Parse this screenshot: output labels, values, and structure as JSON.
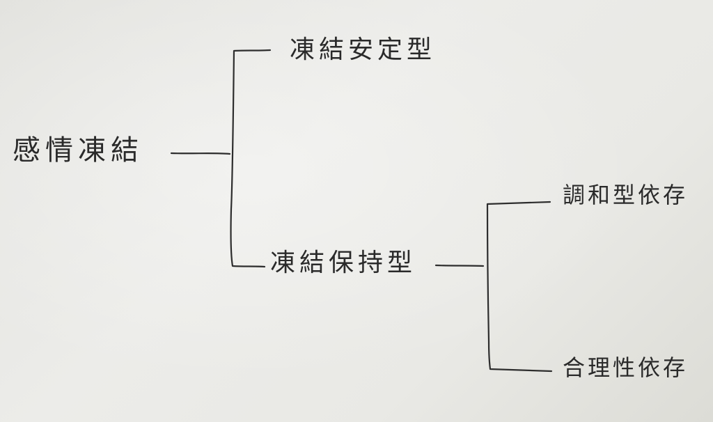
{
  "root": {
    "label": "感情凍結"
  },
  "branches": [
    {
      "label": "凍結安定型"
    },
    {
      "label": "凍結保持型",
      "children": [
        {
          "label": "調和型依存"
        },
        {
          "label": "合理性依存"
        }
      ]
    }
  ],
  "ink_color": "#2a2a2a"
}
